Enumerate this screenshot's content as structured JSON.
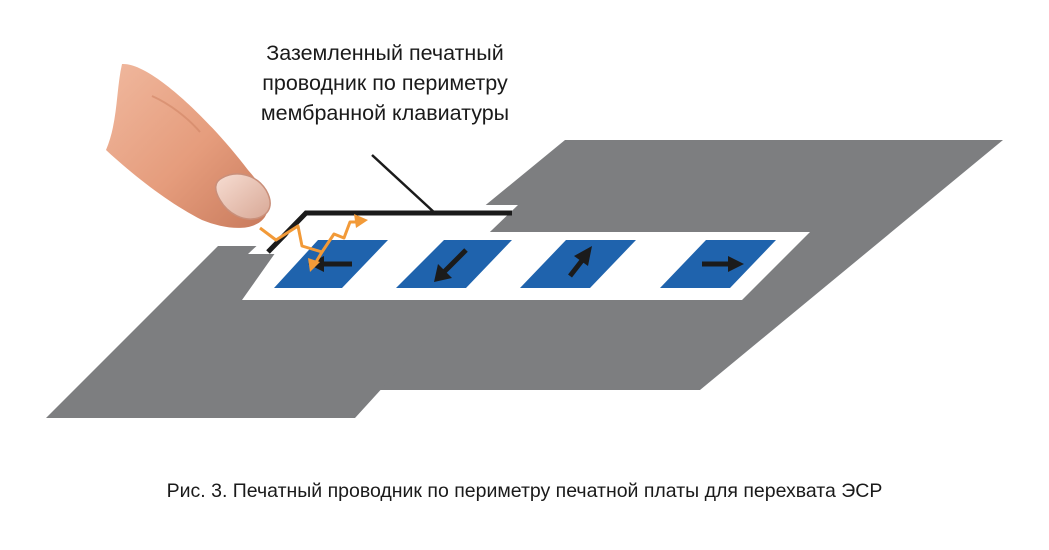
{
  "callout": {
    "lines": [
      "Заземленный печатный",
      "проводник по периметру",
      "мембранной клавиатуры"
    ]
  },
  "caption": "Рис. 3. Печатный проводник по периметру печатной платы для перехвата ЭСР",
  "colors": {
    "board": "#7d7e80",
    "key": "#1f63ad",
    "arrow": "#1b1b1b",
    "trace": "#1b1b1b",
    "discharge": "#f29a38",
    "skin": "#e8a487"
  },
  "keys": [
    {
      "icon": "arrow-left-icon"
    },
    {
      "icon": "arrow-down-left-icon"
    },
    {
      "icon": "arrow-up-right-icon"
    },
    {
      "icon": "arrow-right-icon"
    }
  ]
}
